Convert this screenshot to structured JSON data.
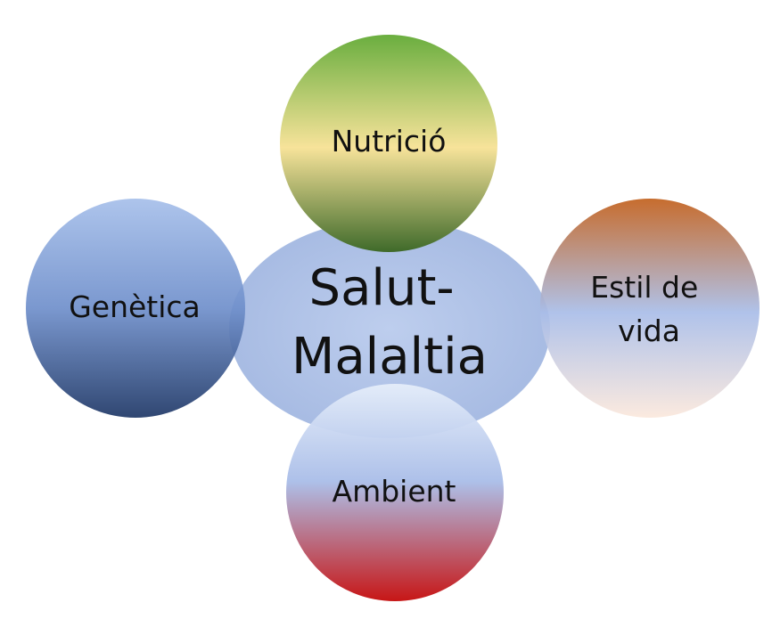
{
  "center": {
    "lines": [
      "Salut-",
      "Malaltia"
    ],
    "color": "#9EB4E0"
  },
  "nodes": {
    "nutricio": {
      "lines": [
        "Nutrició"
      ],
      "colors": [
        "#6AAE3F",
        "#F7E39A",
        "#3F6A2A"
      ]
    },
    "genetica": {
      "lines": [
        "Genètica"
      ],
      "colors": [
        "#A6BFEA",
        "#6F8FCB",
        "#1E3766"
      ]
    },
    "estil": {
      "lines": [
        "Estil de",
        "vida"
      ],
      "colors": [
        "#C2601C",
        "#A9BDE8",
        "#FBE8DC"
      ]
    },
    "ambient": {
      "lines": [
        "Ambient"
      ],
      "colors": [
        "#E6EEFA",
        "#A9BDE8",
        "#C40A0A"
      ]
    }
  }
}
